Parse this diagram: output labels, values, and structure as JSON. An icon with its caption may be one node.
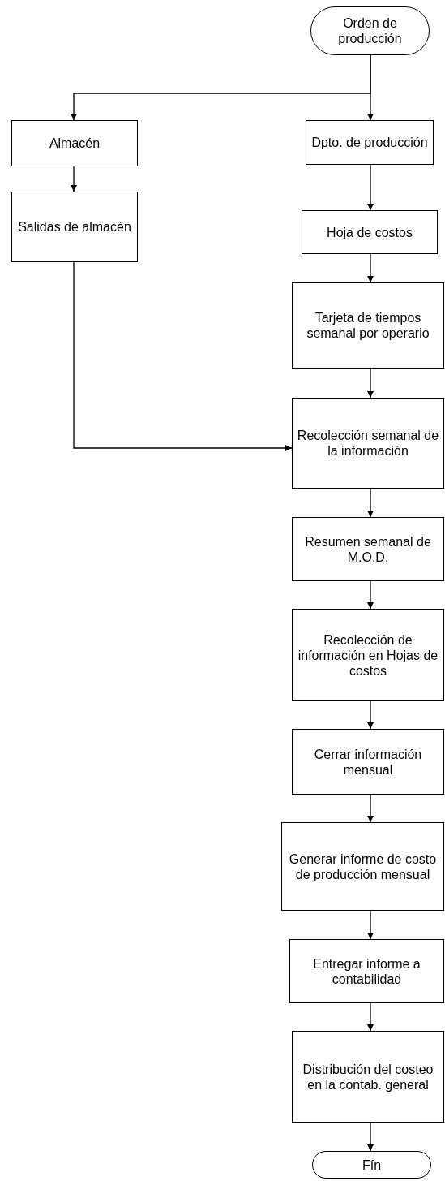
{
  "diagram": {
    "nodes": [
      {
        "text": [
          "Orden de producción"
        ]
      },
      {
        "text": [
          "Almacén"
        ]
      },
      {
        "text": [
          "Dpto. de producción"
        ]
      },
      {
        "text": [
          "Salidas de almacén"
        ]
      },
      {
        "text": [
          "Hoja de costos"
        ]
      },
      {
        "text": [
          "Tarjeta de tiempos semanal por operario"
        ]
      },
      {
        "text": [
          "Recolección semanal de la información"
        ]
      },
      {
        "text": [
          "Resumen semanal de M.O.D."
        ]
      },
      {
        "text": [
          "Recolección de información en Hojas de costos"
        ]
      },
      {
        "text": [
          "Cerrar información mensual"
        ]
      },
      {
        "text": [
          "Generar informe de costo de producción mensual"
        ]
      },
      {
        "text": [
          "Entregar informe a contabilidad"
        ]
      },
      {
        "text": [
          "Distribución del costeo en la contab. general"
        ]
      },
      {
        "text": [
          "Fín"
        ]
      }
    ],
    "edges": [
      {
        "from": 0,
        "to": 1,
        "arrow": "to"
      },
      {
        "from": 0,
        "to": 2,
        "arrow": "to"
      },
      {
        "from": 1,
        "to": 3,
        "arrow": "to"
      },
      {
        "from": 2,
        "to": 4,
        "arrow": "to"
      },
      {
        "from": 3,
        "to": 6,
        "arrow": "to"
      },
      {
        "from": 4,
        "to": 5,
        "arrow": "to"
      },
      {
        "from": 5,
        "to": 6,
        "arrow": "to"
      },
      {
        "from": 6,
        "to": 7,
        "arrow": "to"
      },
      {
        "from": 7,
        "to": 8,
        "arrow": "to"
      },
      {
        "from": 8,
        "to": 9,
        "arrow": "to"
      },
      {
        "from": 9,
        "to": 10,
        "arrow": "to"
      },
      {
        "from": 10,
        "to": 11,
        "arrow": "to"
      },
      {
        "from": 11,
        "to": 12,
        "arrow": "to"
      },
      {
        "from": 12,
        "to": 13,
        "arrow": "to"
      }
    ]
  }
}
